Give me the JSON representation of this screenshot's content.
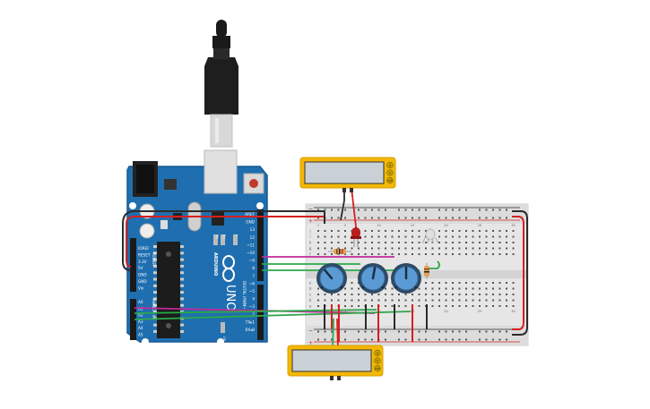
{
  "board": {
    "logo_text": "UNO",
    "brand_text": "ARDUINO",
    "power_header_label": "POWER",
    "analog_header_label": "ANALOG IN",
    "digital_header_label": "DIGITAL (PWM~)",
    "power_pins": [
      "IOREF",
      "RESET",
      "3.3V",
      "5V",
      "GND",
      "GND",
      "Vin"
    ],
    "analog_pins": [
      "A0",
      "A1",
      "A2",
      "A3",
      "A4",
      "A5"
    ],
    "digital_pins": [
      "AREF",
      "GND",
      "13",
      "12",
      "~11",
      "~10",
      "~9",
      "8",
      "7",
      "~6",
      "~5",
      "4",
      "~3",
      "2",
      "TX▸1",
      "RX◂0"
    ],
    "led_labels": [
      "TX",
      "RX",
      "L",
      "ON"
    ]
  },
  "breadboard": {
    "column_numbers": [
      "1",
      "5",
      "10",
      "15",
      "20",
      "25",
      "30"
    ],
    "row_letters_top": [
      "j",
      "i",
      "h",
      "g",
      "f"
    ],
    "row_letters_bottom": [
      "e",
      "d",
      "c",
      "b",
      "a"
    ],
    "rail_plus": "+",
    "rail_minus": "−"
  },
  "multimeters": {
    "pin_labels": [
      "A",
      "V",
      "mA"
    ]
  },
  "colors": {
    "board": "#1f6fb0",
    "board_edge": "#185a92",
    "breadboard": "#e6e6e6",
    "multimeter": "#f2b705",
    "multimeter_screen": "#c9d1d6",
    "wire_black": "#2b2b2b",
    "wire_red": "#d62020",
    "wire_magenta": "#c22a9a",
    "wire_green": "#2aa84a",
    "led_red": "#b81f1f",
    "potentiometer_knob": "#5b9bd5",
    "potentiometer_ring": "#2d4a66"
  },
  "components": {
    "usb_cable": "usb-cable",
    "led": "red-led",
    "resistors": 2,
    "potentiometers": 3,
    "multimeters": 2,
    "rgb_led": "rgb-led"
  }
}
